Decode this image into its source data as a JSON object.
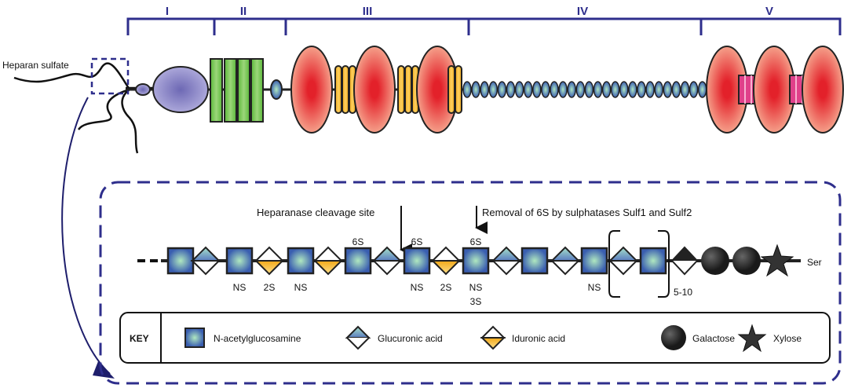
{
  "domains": [
    "I",
    "II",
    "III",
    "IV",
    "V"
  ],
  "heparan_label": "Heparan sulfate",
  "annotations": {
    "cleavage": "Heparanase cleavage site",
    "removal": "Removal of 6S by sulphatases Sulf1 and Sulf2"
  },
  "chain_labels": {
    "ns": "NS",
    "s2": "2S",
    "s6": "6S",
    "s3": "3S",
    "repeat": "5-10",
    "ser": "Ser"
  },
  "key": {
    "title": "KEY",
    "items": [
      "N-acetylglucosamine",
      "Glucuronic acid",
      "Iduronic acid",
      "Galactose",
      "Xylose"
    ]
  },
  "colors": {
    "navy": "#2e2e8c",
    "red": "#e52a2a",
    "green": "#6cc04a",
    "orange": "#f7b320",
    "purple": "#8c88c8",
    "pink": "#e0408a"
  }
}
